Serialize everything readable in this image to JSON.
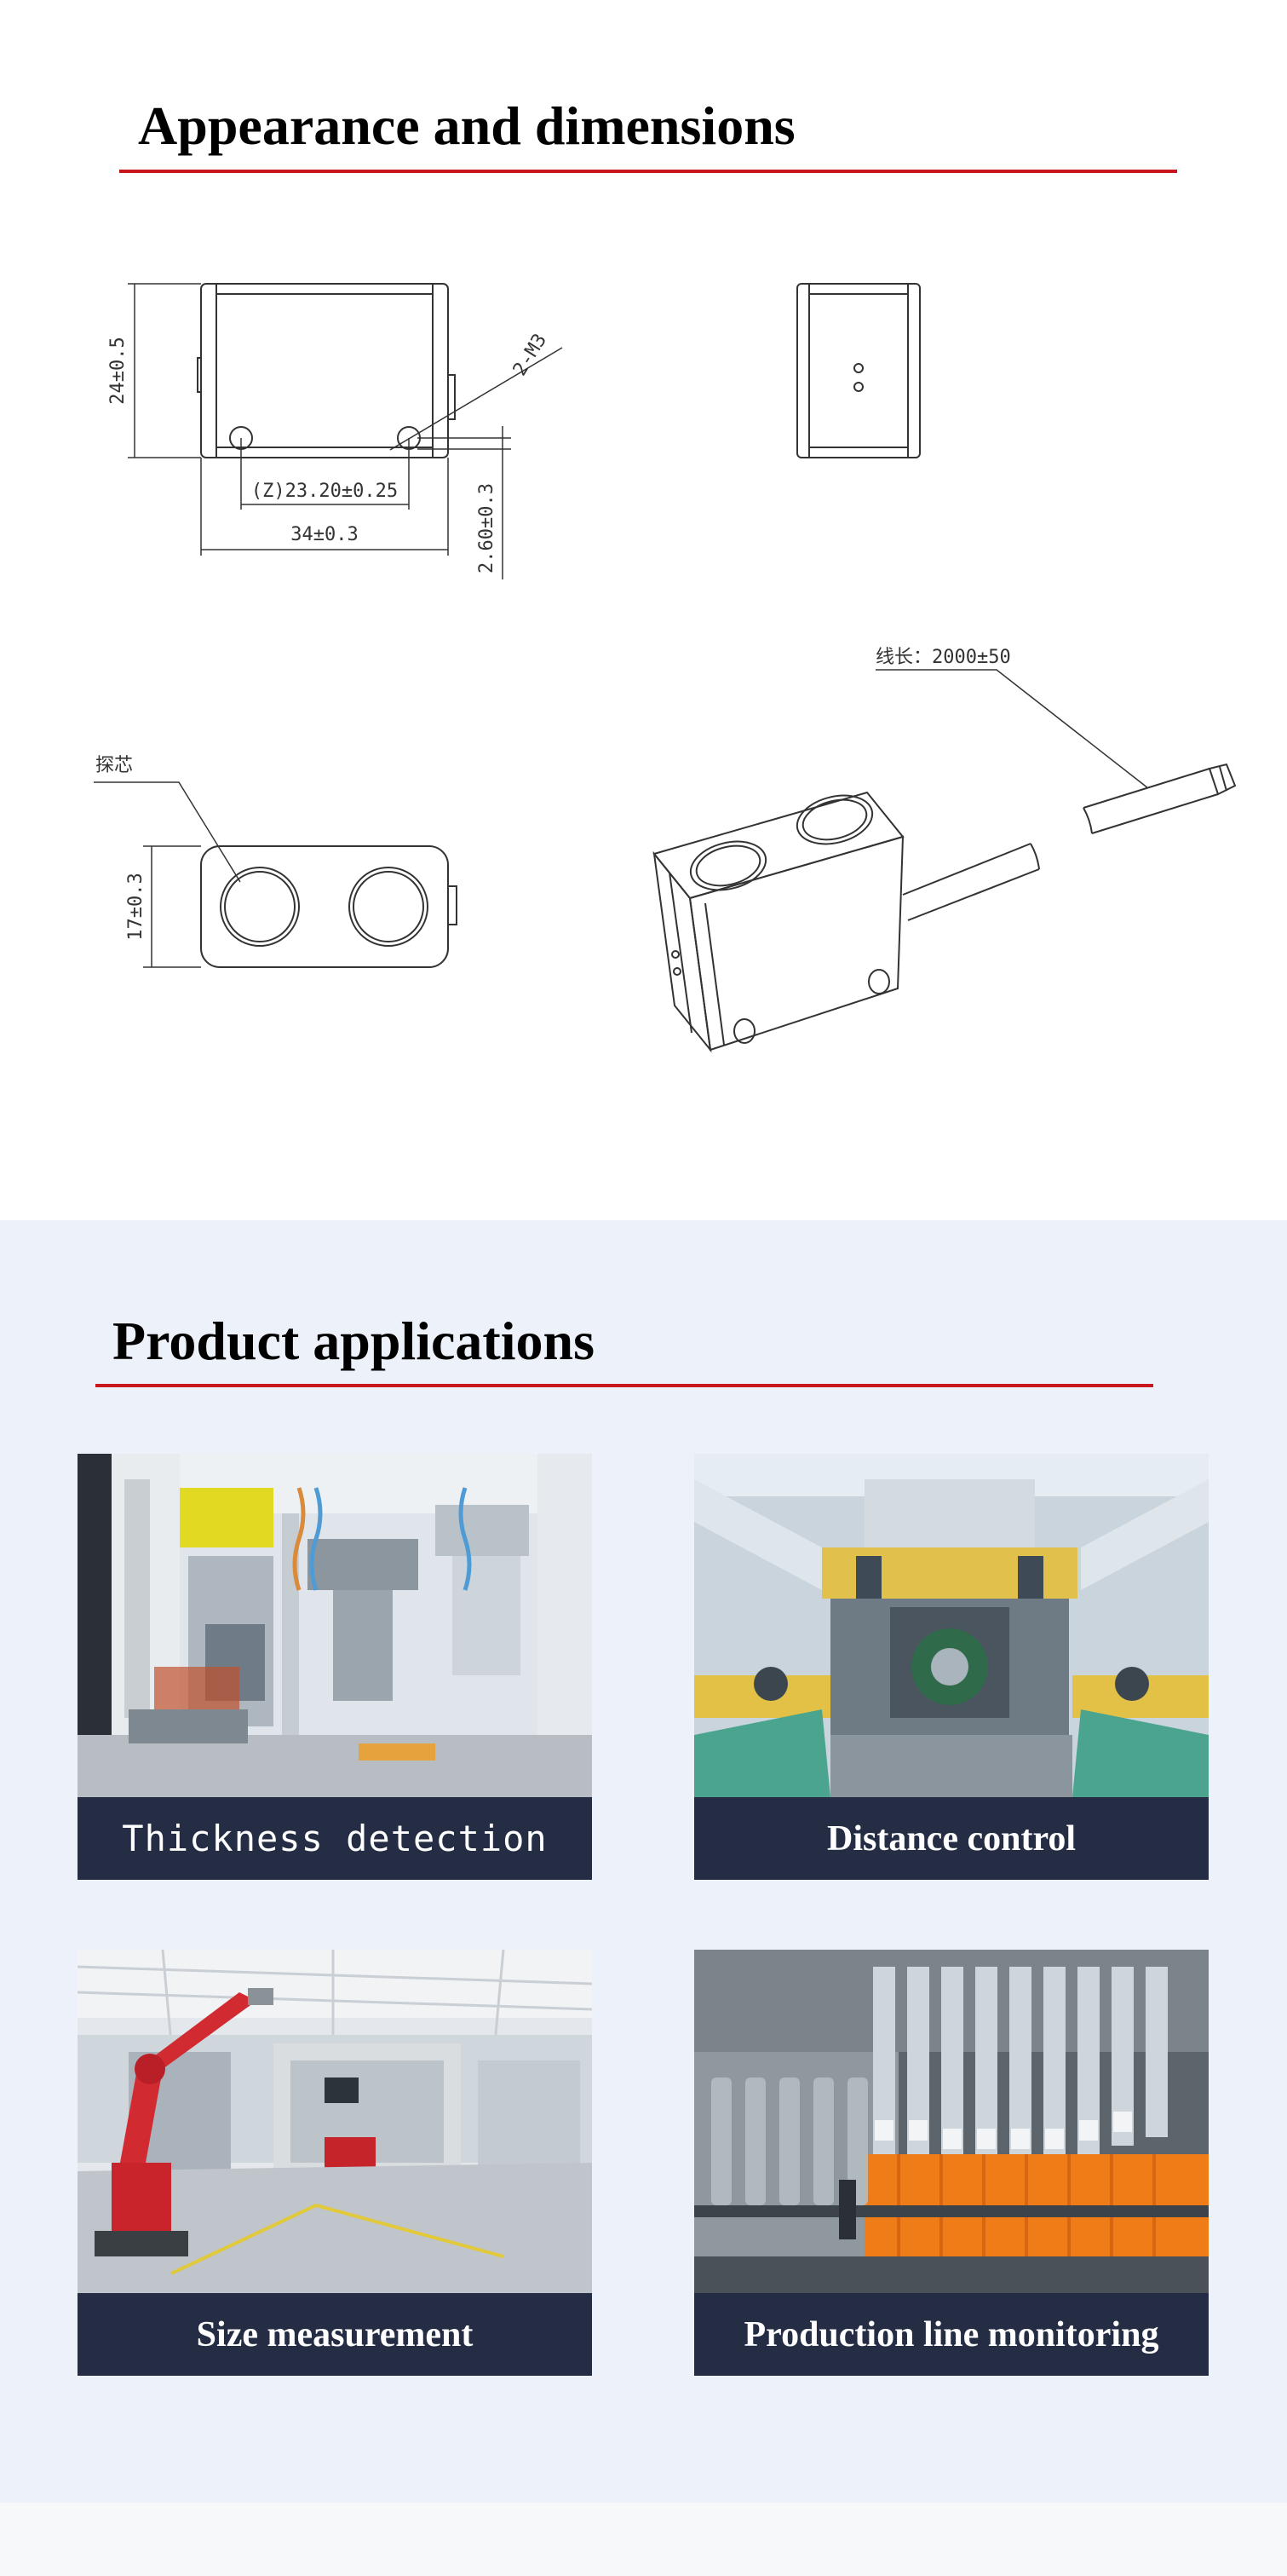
{
  "dimensions": {
    "title": "Appearance and dimensions",
    "labels": {
      "height": "24±0.5",
      "holes": "2-M3",
      "hole_pitch": "(Z)23.20±0.25",
      "width": "34±0.3",
      "hole_offset": "2.60±0.3",
      "depth": "17±0.3",
      "probe": "探芯",
      "cable_length": "线长：2000±50"
    }
  },
  "applications": {
    "title": "Product applications",
    "items": [
      {
        "caption": "Thickness detection",
        "icon": "factory-assembly-line-photo"
      },
      {
        "caption": "Distance control",
        "icon": "packaging-machine-photo"
      },
      {
        "caption": "Size measurement",
        "icon": "industrial-robot-workshop-photo"
      },
      {
        "caption": "Production line monitoring",
        "icon": "bottle-filling-line-photo"
      }
    ]
  },
  "colors": {
    "accent_line": "#c8171c",
    "caption_bg": "#242d44",
    "apps_bg": "#edf2fa"
  }
}
